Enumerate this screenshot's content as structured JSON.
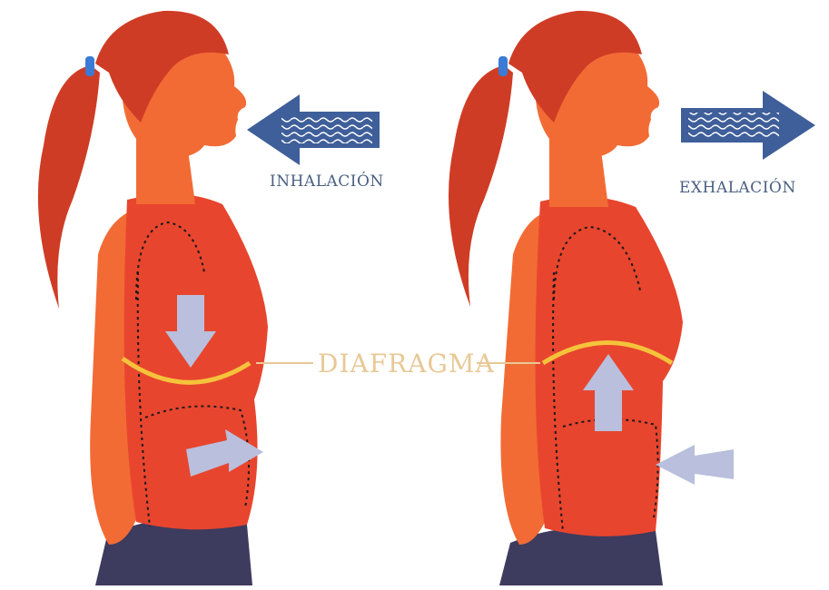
{
  "labels": {
    "inhalation": "INHALACIÓN",
    "exhalation": "EXHALACIÓN",
    "diaphragm": "DIAFRAGMA"
  },
  "colors": {
    "hair": "#cf3c25",
    "skin": "#f26b35",
    "shirt": "#e8452e",
    "pants": "#3d3b5e",
    "arrow_blue": "#3f5f9a",
    "arrow_light": "#b9bfdc",
    "diaphragm_line": "#f5c33b",
    "hair_tie": "#3b7bd6"
  }
}
